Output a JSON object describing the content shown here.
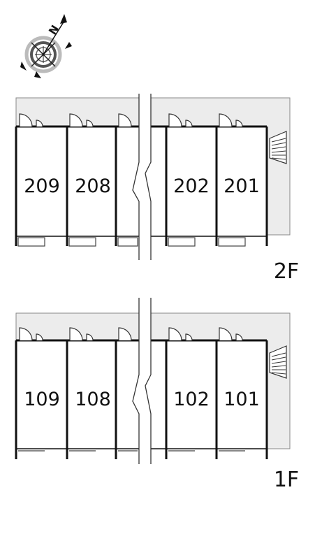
{
  "compass": {
    "north_label": "N",
    "icon": "compass-icon"
  },
  "floors": [
    {
      "id": "2F",
      "label": "2F",
      "units": [
        "209",
        "208",
        "202",
        "201"
      ]
    },
    {
      "id": "1F",
      "label": "1F",
      "units": [
        "109",
        "108",
        "102",
        "101"
      ]
    }
  ],
  "colors": {
    "walkway": "#ececec",
    "wall": "#111111",
    "line": "#555555"
  }
}
